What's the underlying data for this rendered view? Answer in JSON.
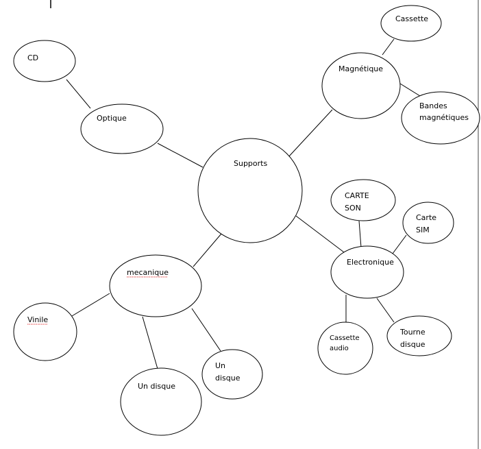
{
  "nodes": {
    "supports": "Supports",
    "optique": "Optique",
    "cd": "CD",
    "magnetique": "Magnétique",
    "cassette": "Cassette",
    "bandes_1": "Bandes",
    "bandes_2": "magnétiques",
    "electronique": "Electronique",
    "carte_son_1": "CARTE",
    "carte_son_2": "SON",
    "carte_sim_1": "Carte",
    "carte_sim_2": "SIM",
    "cassette_audio_1": "Cassette",
    "cassette_audio_2": "audio",
    "tourne_1": "Tourne",
    "tourne_2": "disque",
    "mecanique": "mecanique",
    "vinile": "Vinile",
    "un_disque": "Un disque",
    "un_disque2_1": "Un",
    "un_disque2_2": "disque"
  }
}
